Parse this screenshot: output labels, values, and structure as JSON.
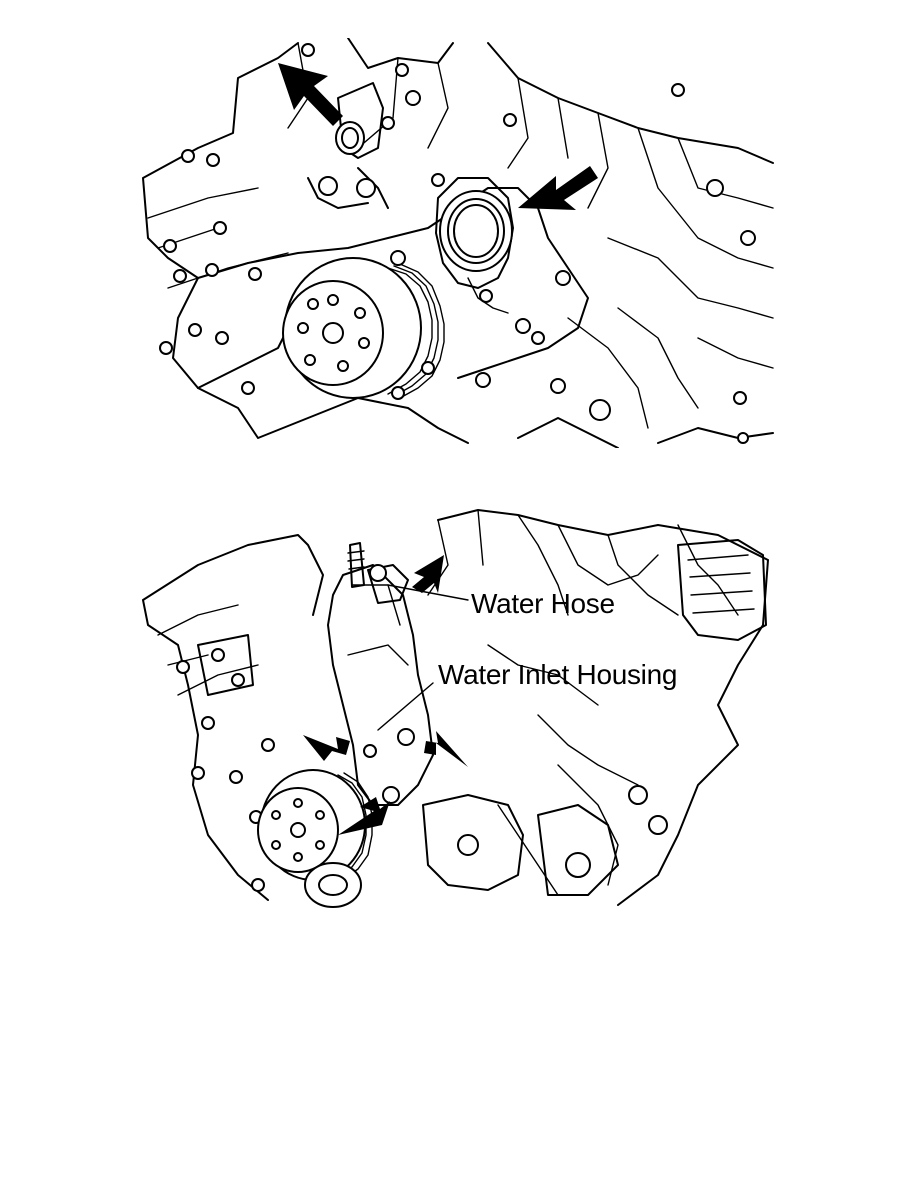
{
  "figures": [
    {
      "id": "top",
      "callouts": []
    },
    {
      "id": "bottom",
      "callouts": [
        {
          "text": "Water Hose"
        },
        {
          "text": "Water Inlet Housing"
        }
      ]
    }
  ],
  "colors": {
    "line": "#000000",
    "background": "#ffffff"
  },
  "icons": [
    "arrow-icon"
  ]
}
